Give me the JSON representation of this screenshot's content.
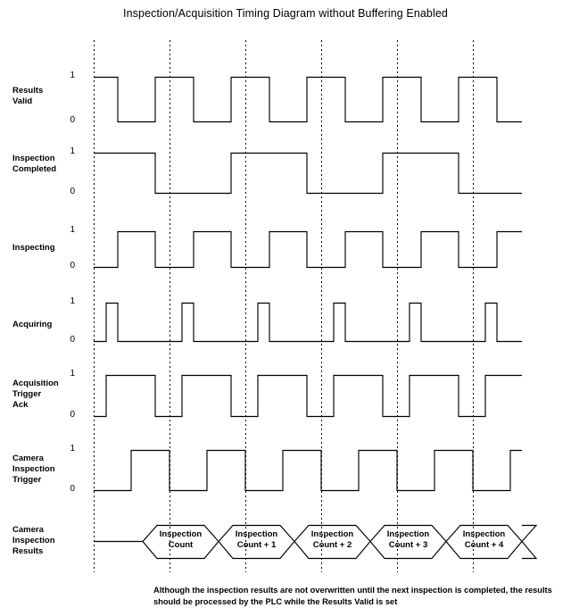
{
  "title": "Inspection/Acquisition Timing Diagram without Buffering Enabled",
  "footnote": "Although the inspection results are not overwritten until the next inspection is completed, the results should be processed by the PLC while the Results Valid is set",
  "axis": {
    "high_label": "1",
    "low_label": "0"
  },
  "chart_data": {
    "type": "line",
    "title": "Inspection/Acquisition Timing Diagram without Buffering Enabled",
    "xlabel": "",
    "ylabel": "",
    "grid": true,
    "legend_position": "left",
    "x_units": "relative time (px from x=105, one cycle = 85)",
    "x_range": [
      105,
      585
    ],
    "gridlines": [
      105,
      190,
      275,
      360,
      445,
      530
    ],
    "signals": [
      {
        "name": "Results Valid",
        "label": "Results\nValid",
        "levels": [
          "1",
          "0"
        ],
        "initial": 1,
        "transitions": [
          105,
          132,
          174,
          217,
          259,
          302,
          344,
          387,
          429,
          472,
          514,
          557,
          585
        ],
        "pattern": "high at start; falls mid-cycle, rises just before each gridline"
      },
      {
        "name": "Inspection Completed",
        "label": "Inspection\nCompleted",
        "levels": [
          "1",
          "0"
        ],
        "initial": 1,
        "transitions": [
          105,
          174,
          259,
          344,
          429,
          514,
          585
        ],
        "pattern": "square wave at half the Results Valid frequency"
      },
      {
        "name": "Inspecting",
        "label": "Inspecting",
        "levels": [
          "1",
          "0"
        ],
        "initial": 0,
        "transitions": [
          105,
          132,
          174,
          217,
          259,
          302,
          344,
          387,
          429,
          472,
          514,
          557,
          585
        ],
        "pattern": "low at start; high pulses spanning each gridline"
      },
      {
        "name": "Acquiring",
        "label": "Acquiring",
        "levels": [
          "1",
          "0"
        ],
        "initial": 0,
        "transitions": [
          105,
          119,
          132,
          204,
          217,
          289,
          302,
          374,
          387,
          459,
          472,
          544,
          557,
          585
        ],
        "pattern": "narrow high pulses, one per cycle"
      },
      {
        "name": "Acquisition Trigger Ack",
        "label": "Acquisition\nTrigger\nAck",
        "levels": [
          "1",
          "0"
        ],
        "initial": 0,
        "transitions": [
          105,
          119,
          174,
          204,
          259,
          289,
          344,
          374,
          429,
          459,
          514,
          544,
          585
        ],
        "pattern": "wide high pulse after each trigger, returns low before next gridline"
      },
      {
        "name": "Camera Inspection Trigger",
        "label": "Camera\nInspection\nTrigger",
        "levels": [
          "1",
          "0"
        ],
        "initial": 0,
        "transitions": [
          105,
          147,
          190,
          232,
          275,
          317,
          360,
          402,
          445,
          487,
          530,
          572,
          585
        ],
        "pattern": "50% duty square wave rising exactly on each gridline"
      }
    ],
    "data_bus": {
      "name": "Camera Inspection Results",
      "label": "Camera\nInspection\nResults",
      "start_x": 105,
      "values": [
        "Inspection\nCount",
        "Inspection\nCount + 1",
        "Inspection\nCount + 2",
        "Inspection\nCount + 3",
        "Inspection\nCount + 4"
      ]
    }
  },
  "signal_labels": [
    "Results\nValid",
    "Inspection\nCompleted",
    "Inspecting",
    "Acquiring",
    "Acquisition\nTrigger\nAck",
    "Camera\nInspection\nTrigger",
    "Camera\nInspection\nResults"
  ],
  "bus_values": [
    "Inspection\nCount",
    "Inspection\nCount + 1",
    "Inspection\nCount + 2",
    "Inspection\nCount + 3",
    "Inspection\nCount + 4"
  ],
  "colors": {
    "background": "#ffffff",
    "stroke": "#000000",
    "grid": "#000000"
  }
}
